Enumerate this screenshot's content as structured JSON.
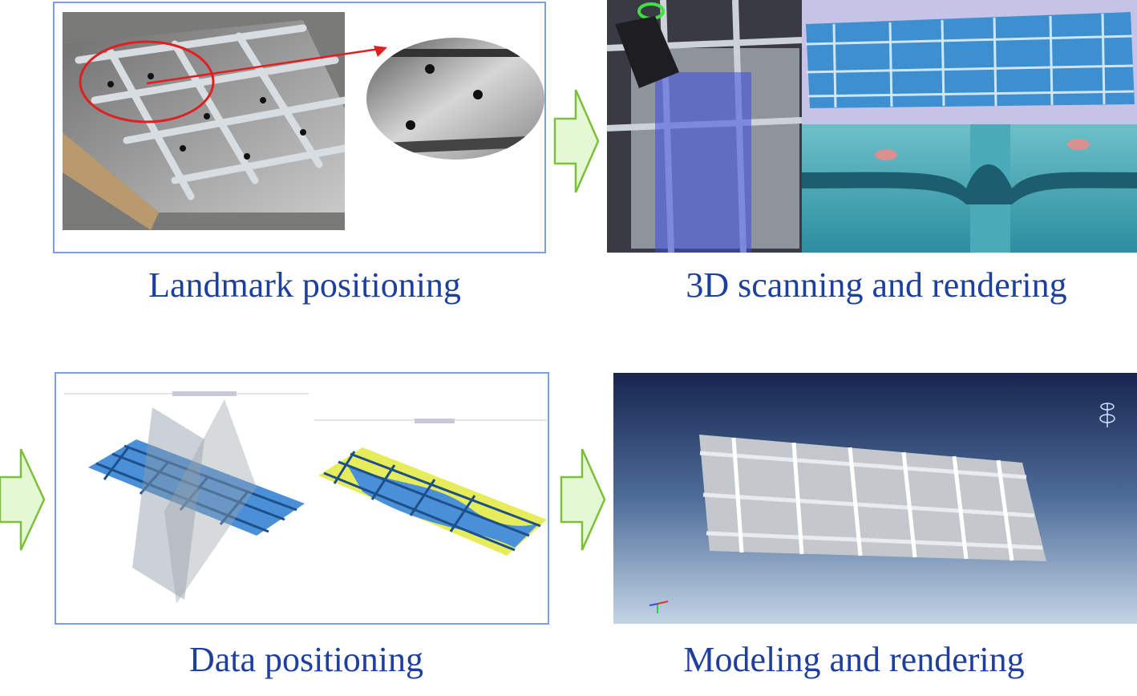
{
  "steps": [
    {
      "label": "Landmark positioning"
    },
    {
      "label": "3D scanning and rendering"
    },
    {
      "label": "Data positioning"
    },
    {
      "label": "Modeling and rendering"
    }
  ],
  "colors": {
    "label_text": "#1d3f9e",
    "panel_border": "#7d9fe0",
    "arrow_fill": "#e4f8d4",
    "arrow_stroke": "#7cbf3a",
    "scan_blue": "#3d8fd0",
    "highlight_yellow": "#e6ec5a",
    "annotation_red": "#e02020"
  }
}
